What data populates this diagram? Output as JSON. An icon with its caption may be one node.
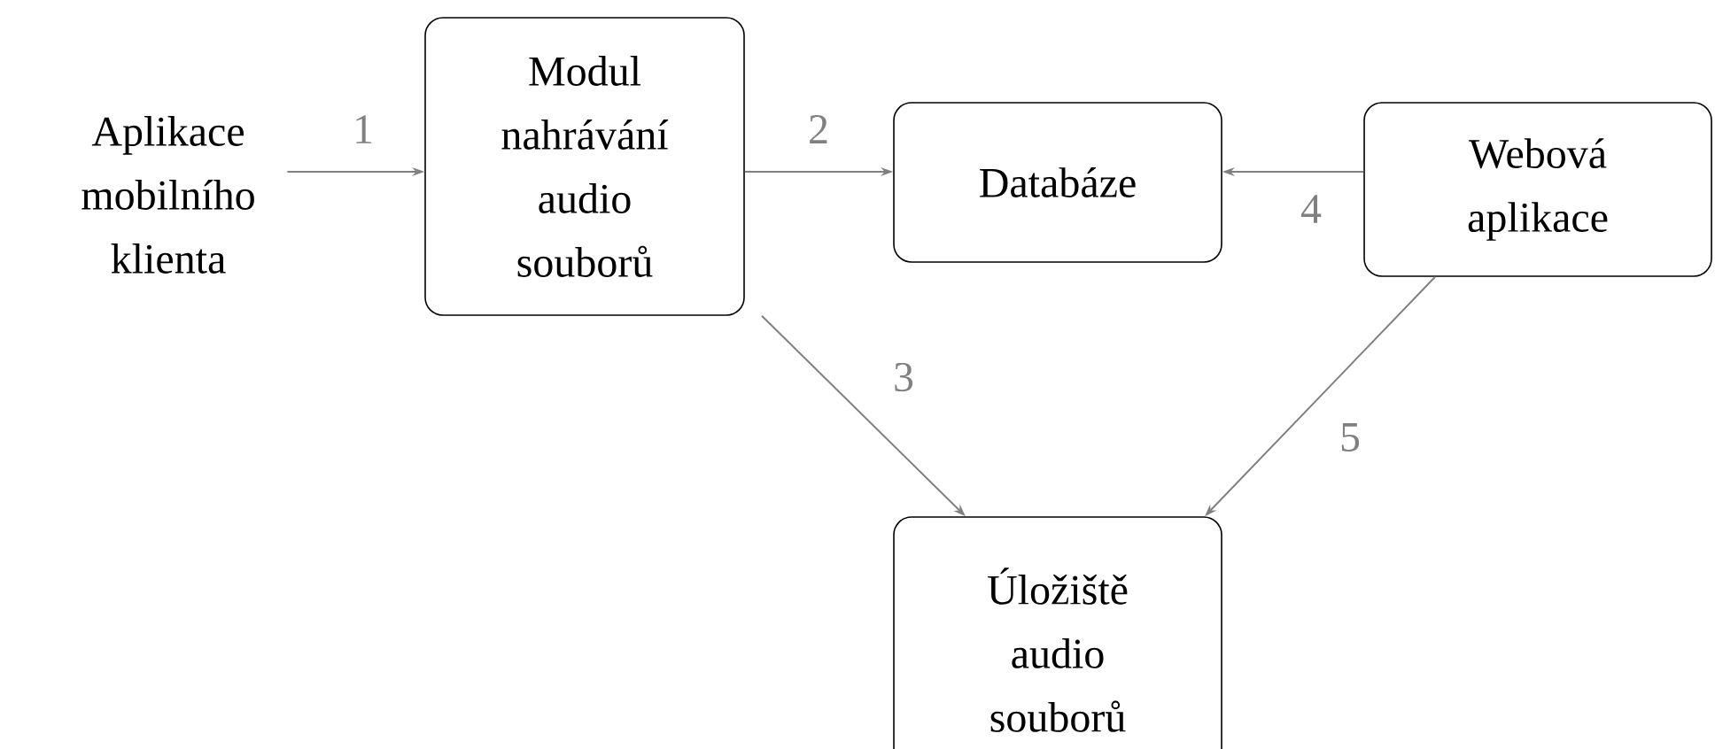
{
  "diagram": {
    "nodes": [
      {
        "text": [
          "Aplikace mobilního klienta"
        ]
      },
      {
        "text": [
          "Modul nahrávání audio souborů"
        ]
      },
      {
        "text": [
          "Databáze"
        ]
      },
      {
        "text": [
          "Webová aplikace"
        ]
      },
      {
        "text": [
          "Úložiště audio souborů"
        ]
      }
    ],
    "edges": [
      {
        "from": 0,
        "to": 1,
        "arrow": "to",
        "label": "1"
      },
      {
        "from": 1,
        "to": 2,
        "arrow": "to",
        "label": "2"
      },
      {
        "from": 1,
        "to": 4,
        "arrow": "to",
        "label": "3"
      },
      {
        "from": 3,
        "to": 2,
        "arrow": "to",
        "label": "4"
      },
      {
        "from": 3,
        "to": 4,
        "arrow": "to",
        "label": "5"
      }
    ]
  }
}
